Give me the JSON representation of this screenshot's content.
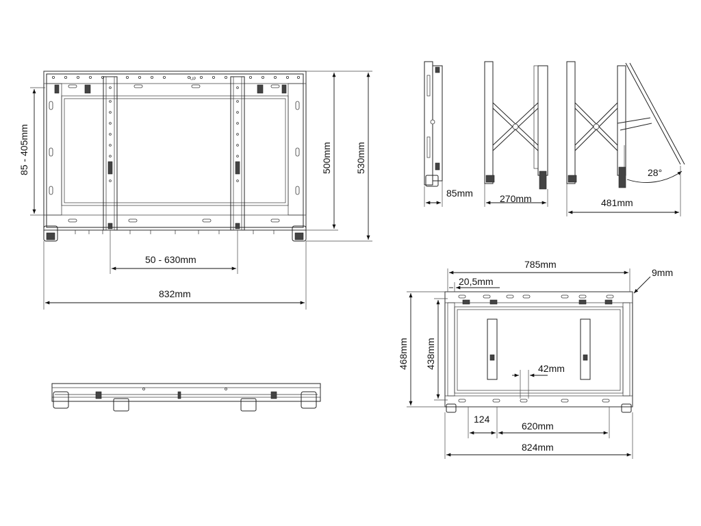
{
  "front_view": {
    "dim_vertical_adjust": "85 - 405mm",
    "dim_height_inner": "500mm",
    "dim_height_outer": "530mm",
    "dim_vesa_span": "50 - 630mm",
    "dim_width": "832mm",
    "up_mark": "UP"
  },
  "side_views": {
    "dim_depth_closed": "85mm",
    "dim_depth_extended": "270mm",
    "dim_depth_tilt": "481mm",
    "dim_tilt_angle": "28°"
  },
  "rear_view": {
    "dim_top_width": "785mm",
    "dim_offset": "20,5mm",
    "dim_edge": "9mm",
    "dim_height_outer": "468mm",
    "dim_height_inner": "438mm",
    "dim_slot": "42mm",
    "dim_left_offset": "124",
    "dim_span": "620mm",
    "dim_width": "824mm"
  }
}
